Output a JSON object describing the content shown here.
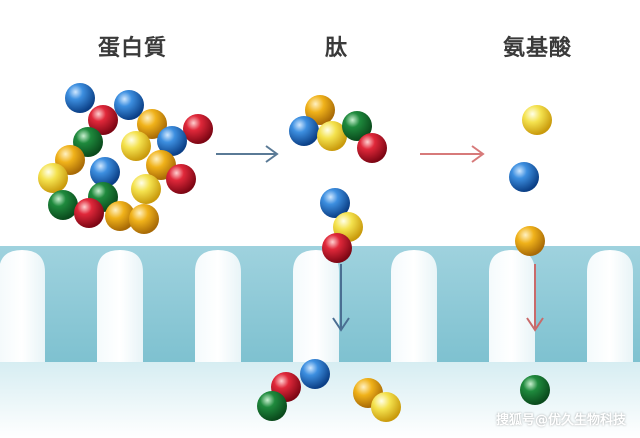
{
  "labels": {
    "protein": "蛋白質",
    "peptide": "肽",
    "amino_acid": "氨基酸"
  },
  "watermark": "搜狐号@优久生物科技",
  "colors": {
    "blue": "#2f7fd4",
    "red": "#d4202f",
    "green": "#1a7a35",
    "yellow": "#f2dd44",
    "orange": "#eba81a",
    "wall": "#8ccad8",
    "arrow_blue": "#5a7a96",
    "arrow_red": "#d77a7a"
  }
}
